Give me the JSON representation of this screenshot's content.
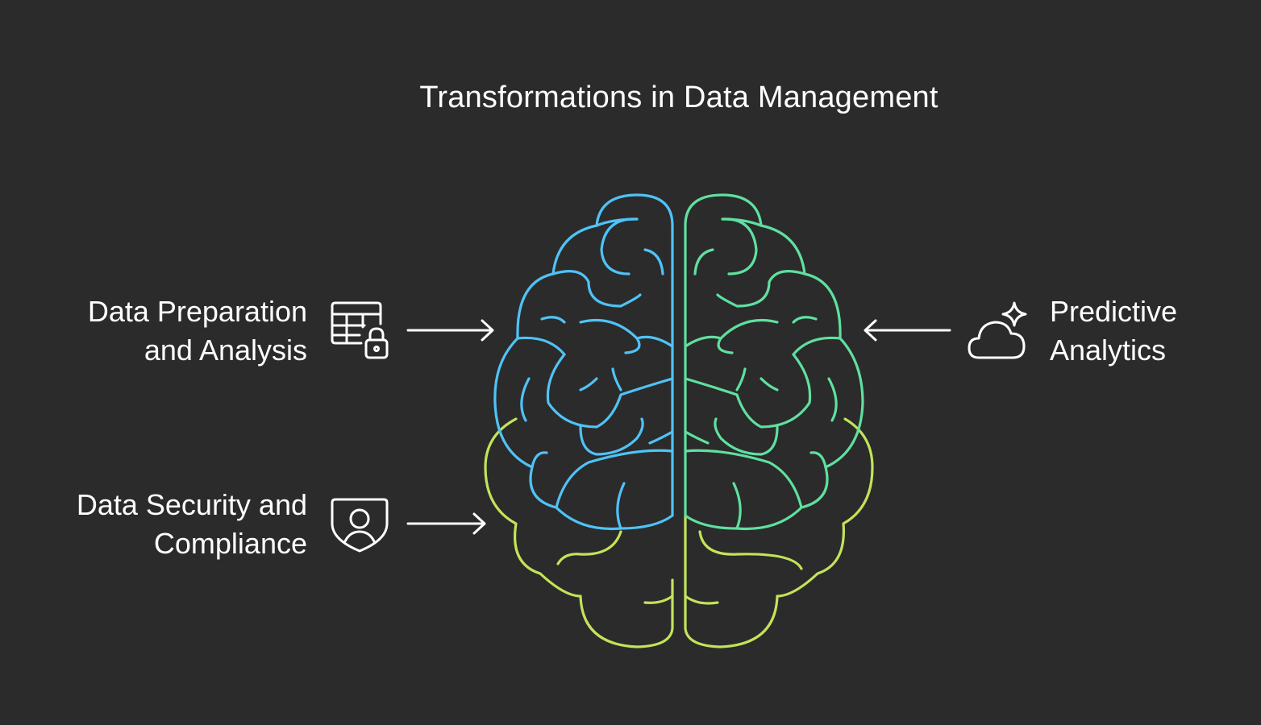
{
  "title": "Transformations in Data Management",
  "items": [
    {
      "id": "data-preparation",
      "lines": [
        "Data Preparation",
        "and Analysis"
      ],
      "icon": "table-lock-icon",
      "side": "left"
    },
    {
      "id": "data-security",
      "lines": [
        "Data Security and",
        "Compliance"
      ],
      "icon": "shield-user-icon",
      "side": "left"
    },
    {
      "id": "predictive-analytics",
      "lines": [
        "Predictive",
        "Analytics"
      ],
      "icon": "cloud-sparkle-icon",
      "side": "right"
    }
  ],
  "center_icon": "brain-icon",
  "colors": {
    "background": "#2b2b2b",
    "text": "#ffffff",
    "brain_left_top": "#4fc3f7",
    "brain_right_top": "#5fe0a0",
    "brain_bottom": "#c4e35a"
  }
}
